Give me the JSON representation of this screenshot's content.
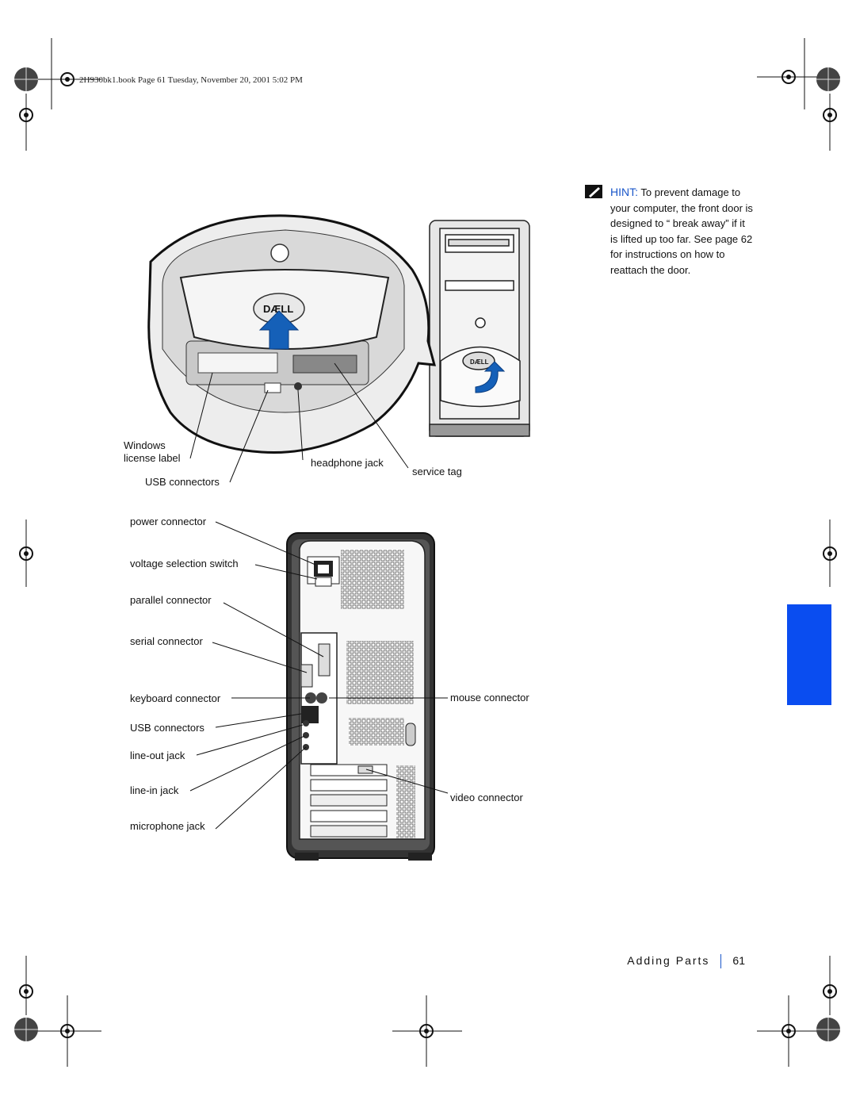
{
  "header": {
    "book_line": "2H930bk1.book Page 61 Tuesday, November 20, 2001 5:02 PM"
  },
  "hint": {
    "keyword": "HINT:",
    "text": "To prevent damage to your computer, the front door is designed to “ break away” if it is lifted up too far. See page 62 for instructions on how to reattach the door."
  },
  "front_labels": {
    "windows_line1": "Windows",
    "windows_line2": "license label",
    "usb": "USB connectors",
    "headphone": "headphone jack",
    "service_tag": "service tag",
    "dell_logo": "DÆLL"
  },
  "back_labels": {
    "power": "power connector",
    "voltage": "voltage selection switch",
    "parallel": "parallel connector",
    "serial": "serial connector",
    "keyboard": "keyboard connector",
    "usb": "USB connectors",
    "line_out": "line-out jack",
    "line_in": "line-in jack",
    "microphone": "microphone jack",
    "mouse": "mouse connector",
    "video": "video connector"
  },
  "footer": {
    "section": "Adding Parts",
    "page_number": "61"
  },
  "colors": {
    "accent_blue": "#0a4df0",
    "hint_blue": "#1a56c9",
    "arrow_blue": "#1560b8"
  }
}
